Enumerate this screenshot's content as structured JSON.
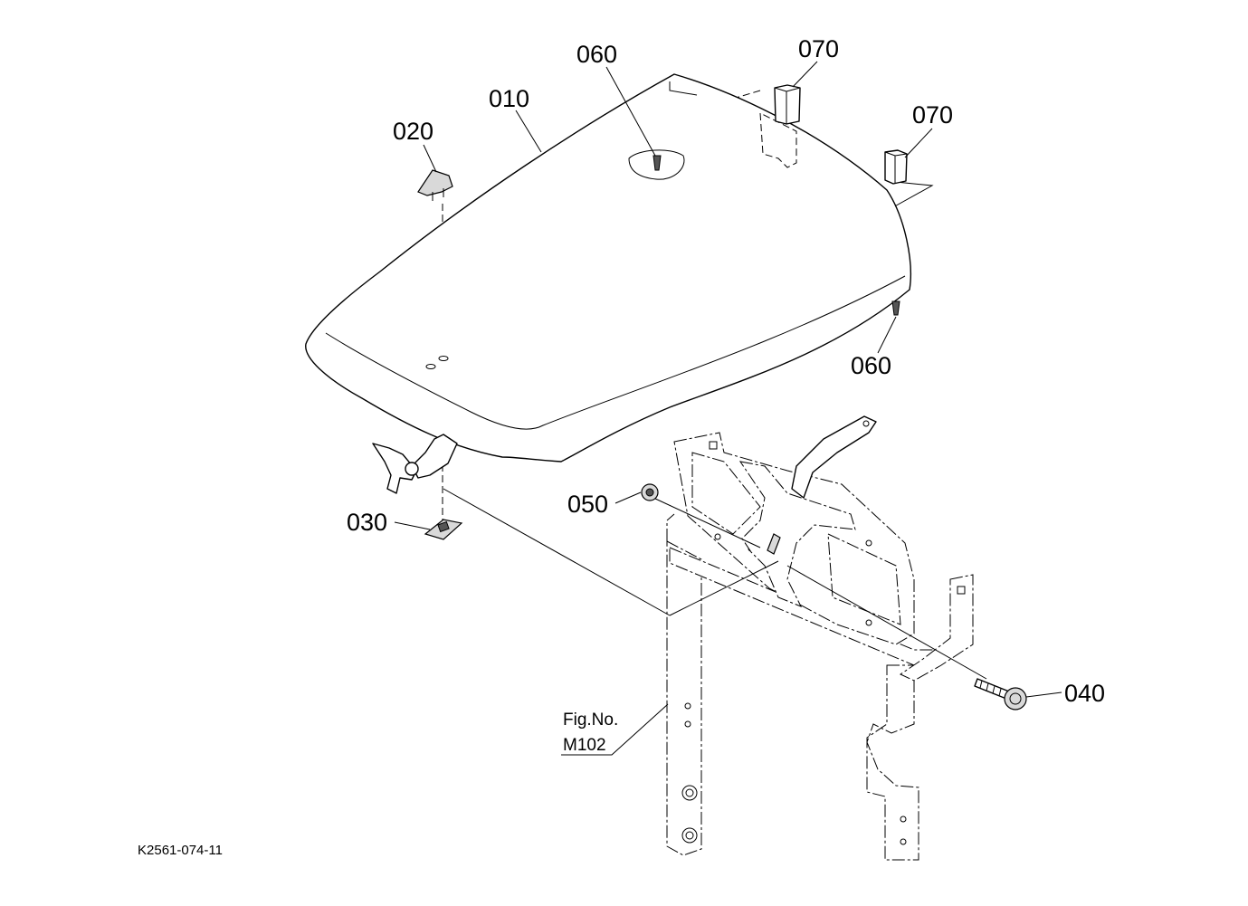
{
  "callouts": {
    "hood": "010",
    "cap": "020",
    "clip_nut": "030",
    "bolt": "040",
    "nut": "050",
    "screw_top": "060",
    "screw_side": "060",
    "cushion_a": "070",
    "cushion_b": "070"
  },
  "reference": {
    "fig_label": "Fig.No.",
    "fig_number": "M102"
  },
  "drawing_code": "K2561-074-11"
}
